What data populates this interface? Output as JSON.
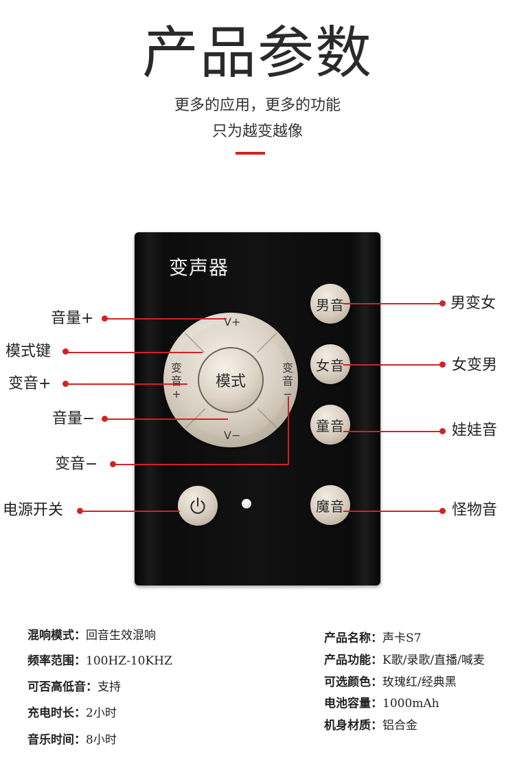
{
  "header": {
    "title": "产品参数",
    "subtitle_line1": "更多的应用，更多的功能",
    "subtitle_line2": "只为越变越像"
  },
  "device": {
    "name": "变声器",
    "dpad": {
      "top": "V+",
      "bottom": "V−",
      "left": [
        "变",
        "音",
        "+"
      ],
      "right": [
        "变",
        "音",
        "−"
      ],
      "center": "模式"
    },
    "buttons": [
      "男音",
      "女音",
      "童音",
      "魔音"
    ]
  },
  "callouts": {
    "left": [
      "音量+",
      "模式键",
      "变音+",
      "音量−",
      "变音−",
      "电源开关"
    ],
    "right": [
      "男变女",
      "女变男",
      "娃娃音",
      "怪物音"
    ]
  },
  "specs": {
    "left": [
      {
        "k": "混响模式：",
        "v": "回音生效混响"
      },
      {
        "k": "频率范围：",
        "v": "100HZ-10KHZ"
      },
      {
        "k": "可否高低音：",
        "v": "支持"
      },
      {
        "k": "充电时长：",
        "v": "2小时"
      },
      {
        "k": "音乐时间：",
        "v": "8小时"
      }
    ],
    "right": [
      {
        "k": "产品名称：",
        "v": "声卡S7"
      },
      {
        "k": "产品功能：",
        "v": "K歌/录歌/直播/喊麦"
      },
      {
        "k": "可选颜色：",
        "v": "玫瑰红/经典黑"
      },
      {
        "k": "电池容量：",
        "v": "1000mAh"
      },
      {
        "k": "机身材质：",
        "v": "铝合金"
      }
    ]
  },
  "colors": {
    "accent": "#d32222",
    "device_body": "#111111",
    "button_metal": "#d6ccbe"
  },
  "icons": [
    "power-icon"
  ]
}
